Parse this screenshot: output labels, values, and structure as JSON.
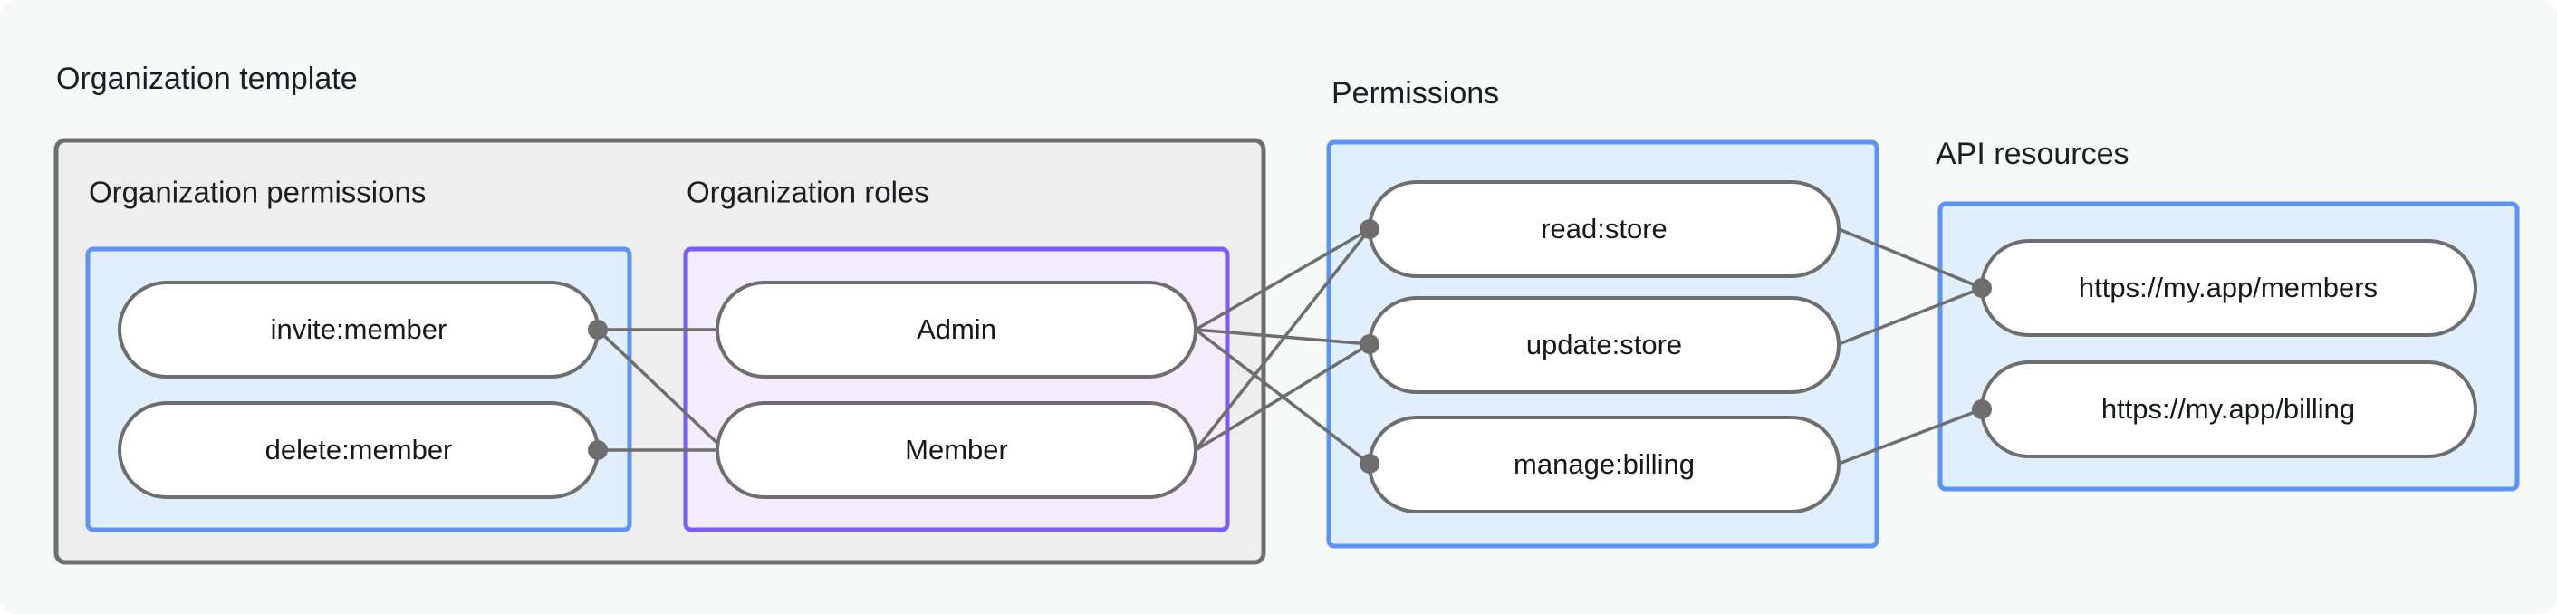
{
  "page": {
    "background_color": "#f7f8f8",
    "title_color": "#1d1d1f"
  },
  "groups": {
    "organization_template": {
      "label": "Organization template",
      "border_color": "#6e6e6e",
      "fill_color": "#eeeeee"
    },
    "organization_permissions": {
      "label": "Organization permissions",
      "border_color": "#5b94f5",
      "fill_color": "#e1eefc"
    },
    "organization_roles": {
      "label": "Organization roles",
      "border_color": "#7b5cfa",
      "fill_color": "#f3ecfd"
    },
    "permissions": {
      "label": "Permissions",
      "border_color": "#5b94f5",
      "fill_color": "#e1eefc"
    },
    "api_resources": {
      "label": "API resources",
      "border_color": "#5b94f5",
      "fill_color": "#e1eefc"
    }
  },
  "nodes": {
    "org_permissions": [
      {
        "id": "invite-member",
        "label": "invite:member"
      },
      {
        "id": "delete-member",
        "label": "delete:member"
      }
    ],
    "org_roles": [
      {
        "id": "admin",
        "label": "Admin"
      },
      {
        "id": "member",
        "label": "Member"
      }
    ],
    "permissions": [
      {
        "id": "read-store",
        "label": "read:store"
      },
      {
        "id": "update-store",
        "label": "update:store"
      },
      {
        "id": "manage-billing",
        "label": "manage:billing"
      }
    ],
    "api_resources": [
      {
        "id": "members-url",
        "label": "https://my.app/members"
      },
      {
        "id": "billing-url",
        "label": "https://my.app/billing"
      }
    ]
  },
  "edges": [
    {
      "from": "invite-member",
      "to": "admin"
    },
    {
      "from": "invite-member",
      "to": "member"
    },
    {
      "from": "delete-member",
      "to": "member"
    },
    {
      "from": "admin",
      "to": "read-store"
    },
    {
      "from": "admin",
      "to": "update-store"
    },
    {
      "from": "admin",
      "to": "manage-billing"
    },
    {
      "from": "member",
      "to": "read-store"
    },
    {
      "from": "member",
      "to": "update-store"
    },
    {
      "from": "read-store",
      "to": "members-url"
    },
    {
      "from": "update-store",
      "to": "members-url"
    },
    {
      "from": "manage-billing",
      "to": "billing-url"
    }
  ]
}
